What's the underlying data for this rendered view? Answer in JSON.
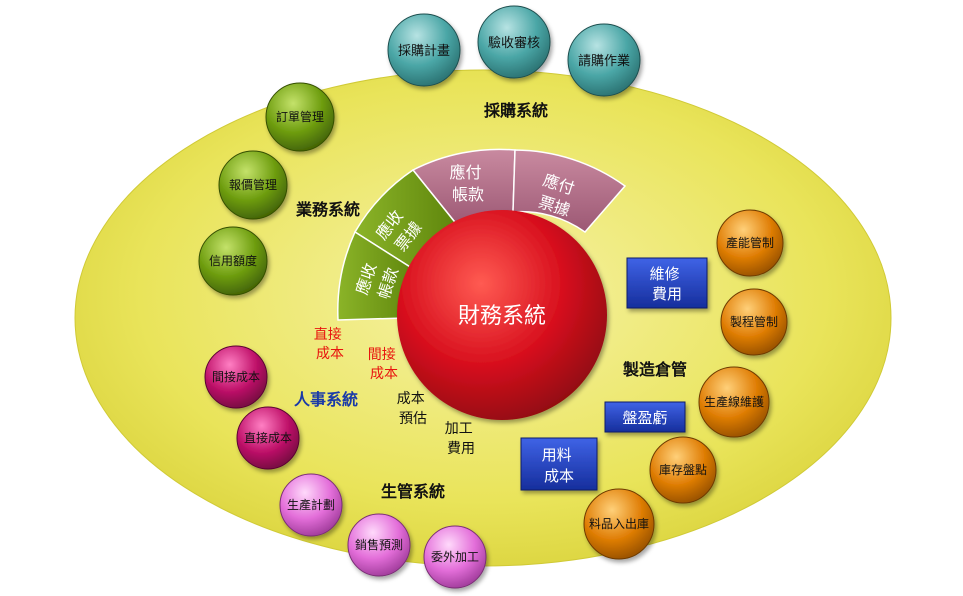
{
  "core": {
    "label": "財務系統"
  },
  "systems": {
    "purchasing": "採購系統",
    "sales": "業務系統",
    "hr": "人事系統",
    "production": "生管系統",
    "warehouse": "製造倉管"
  },
  "segments": {
    "ap_account": [
      "應付",
      "帳款"
    ],
    "ap_note": [
      "應付",
      "票據"
    ],
    "ar_note": [
      "應收",
      "票據"
    ],
    "ar_account": [
      "應收",
      "帳款"
    ]
  },
  "nodes": {
    "purchasing": [
      "採購計畫",
      "驗收審核",
      "請購作業"
    ],
    "sales": [
      "訂單管理",
      "報價管理",
      "信用額度"
    ],
    "hr": [
      "間接成本",
      "直接成本"
    ],
    "production": [
      "生產計劃",
      "銷售預測",
      "委外加工"
    ],
    "warehouse": [
      "產能管制",
      "製程管制",
      "生產線維護",
      "庫存盤點",
      "料品入出庫"
    ]
  },
  "flows": {
    "direct_cost": [
      "直接",
      "成本"
    ],
    "indirect_cost": [
      "間接",
      "成本"
    ],
    "cost_estimate": [
      "成本",
      "預估"
    ],
    "processing_fee": [
      "加工",
      "費用"
    ]
  },
  "boxes": {
    "maintenance": [
      "維修",
      "費用"
    ],
    "inventory_pl": [
      "盤盈虧"
    ],
    "material_cost": [
      "用料",
      "成本"
    ]
  },
  "colors": {
    "ellipse": "#e9e45a",
    "core": "#d8101e",
    "purchasing_nodes": "#4aa6a6",
    "sales_nodes": "#6f9e10",
    "hr_nodes": "#c0126a",
    "production_nodes": "#e36ed9",
    "warehouse_nodes": "#e07e06",
    "ap_segment": "#b57088",
    "ar_segment": "#79a218",
    "blue_box": "#1f3fc0",
    "red_text": "#e8140e"
  }
}
